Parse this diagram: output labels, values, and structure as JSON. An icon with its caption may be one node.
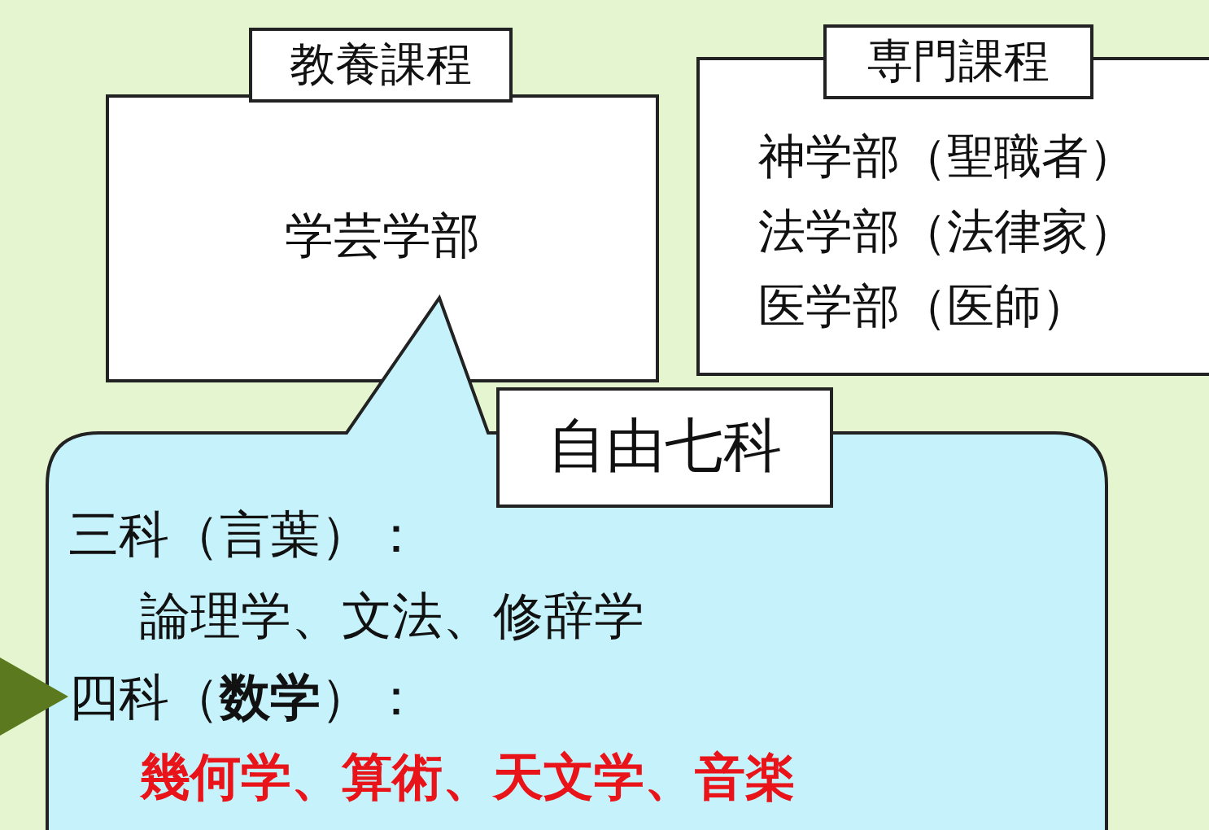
{
  "diagram": {
    "nodes": [
      {
        "text": [
          "教養課程",
          "学芸学部"
        ]
      },
      {
        "text": [
          "専門課程",
          "神学部（聖職者）",
          "法学部（法律家）",
          "医学部（医師）"
        ]
      },
      {
        "text": [
          "自由七科",
          "三科（言葉）：",
          "論理学、文法、修辞学",
          "四科（**数学**）：",
          "幾何学、算術、天文学、音楽"
        ]
      }
    ]
  }
}
